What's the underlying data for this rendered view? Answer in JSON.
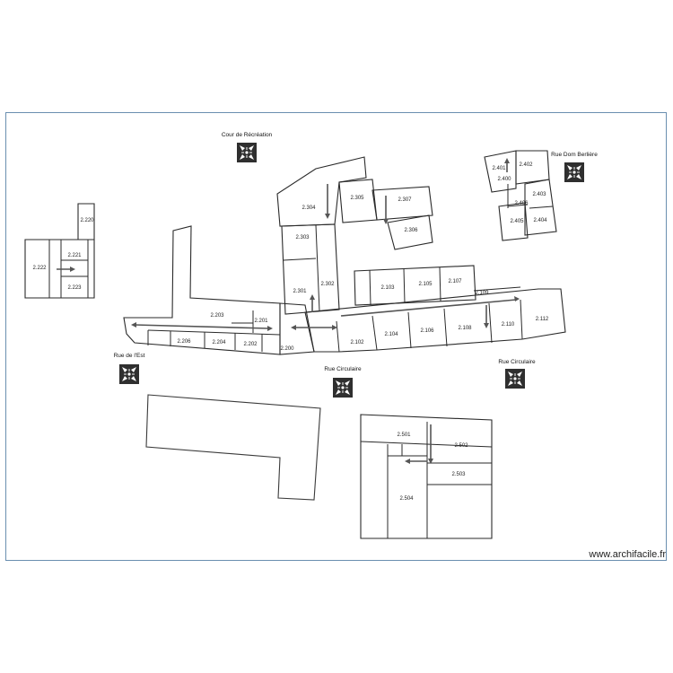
{
  "watermark": "www.archifacile.fr",
  "streets": {
    "cour_recreation": "Cour de Récréation",
    "rue_dom_berliere": "Rue Dom Berlière",
    "rue_est": "Rue de l'Est",
    "rue_circulaire_1": "Rue Circulaire",
    "rue_circulaire_2": "Rue Circulaire"
  },
  "rooms": {
    "r2220": "2.220",
    "r2221": "2.221",
    "r2222": "2.222",
    "r2223": "2.223",
    "r2203": "2.203",
    "r2201": "2.201",
    "r2206": "2.206",
    "r2204": "2.204",
    "r2202": "2.202",
    "r2200": "2.200",
    "r2304": "2.304",
    "r2305": "2.305",
    "r2307": "2.307",
    "r2306": "2.306",
    "r2303": "2.303",
    "r2301": "2.301",
    "r2302": "2.302",
    "r2103": "2.103",
    "r2105": "2.105",
    "r2107": "2.107",
    "r2109": "2.109",
    "r2102": "2.102",
    "r2104": "2.104",
    "r2106": "2.106",
    "r2108": "2.108",
    "r2110": "2.110",
    "r2112": "2.112",
    "r2401": "2.401",
    "r2402": "2.402",
    "r2400": "2.400",
    "r2403": "2.403",
    "r2406": "2.406",
    "r2405": "2.405",
    "r2404": "2.404",
    "r2501": "2.501",
    "r2502": "2.502",
    "r2503": "2.503",
    "r2504": "2.504"
  },
  "icons": {
    "assembly_point": "assembly-point-icon",
    "evacuation_arrow": "evacuation-arrow-icon"
  },
  "colors": {
    "frame_border": "#6a8fb0",
    "walls": "#2a2a2a",
    "assembly_icon": "#2f2f2f"
  }
}
